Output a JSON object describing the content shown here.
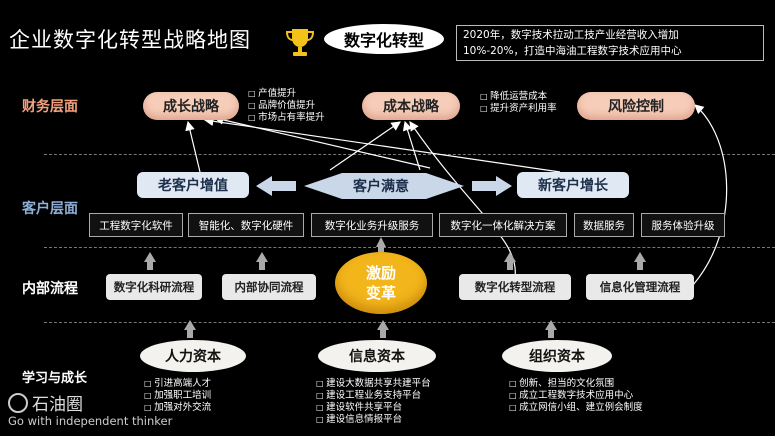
{
  "title": "企业数字化转型战略地图",
  "badge": "数字化转型",
  "note": {
    "line1": "2020年，数字技术拉动工技产业经营收入增加",
    "line2": "10%-20%，打造中海油工程数字技术应用中心"
  },
  "layers": {
    "finance": "财务层面",
    "customer": "客户层面",
    "process": "内部流程",
    "learning": "学习与成长"
  },
  "finance_goals": {
    "growth": {
      "label": "成长战略",
      "bullets": [
        "产值提升",
        "品牌价值提升",
        "市场占有率提升"
      ]
    },
    "cost": {
      "label": "成本战略",
      "bullets": [
        "降低运营成本",
        "提升资产利用率"
      ]
    },
    "risk": {
      "label": "风险控制"
    }
  },
  "customer": {
    "old": "老客户增值",
    "satisfaction": "客户满意",
    "new": "新客户增长",
    "services": [
      "工程数字化软件",
      "智能化、数字化硬件",
      "数字化业务升级服务",
      "数字化一体化解决方案",
      "数据服务",
      "服务体验升级"
    ]
  },
  "process": {
    "rnd": "数字化科研流程",
    "collab": "内部协同流程",
    "incentive_line1": "激励",
    "incentive_line2": "变革",
    "transform": "数字化转型流程",
    "info_mgmt": "信息化管理流程"
  },
  "learning": {
    "human": {
      "label": "人力资本",
      "bullets": [
        "引进高端人才",
        "加强职工培训",
        "加强对外交流"
      ]
    },
    "info": {
      "label": "信息资本",
      "bullets": [
        "建设大数据共享共建平台",
        "建设工程业务支持平台",
        "建设软件共享平台",
        "建设信息情报平台"
      ]
    },
    "org": {
      "label": "组织资本",
      "bullets": [
        "创新、担当的文化氛围",
        "成立工程数字技术应用中心",
        "成立网信小组、建立例会制度"
      ]
    }
  },
  "logo": {
    "name": "石油圈",
    "slogan": "Go with independent thinker"
  },
  "colors": {
    "finance_goal": "#f6cdb9",
    "customer_box": "#dfe8f3",
    "incentive": "#f2b51a",
    "trophy": "#f2c21a"
  }
}
